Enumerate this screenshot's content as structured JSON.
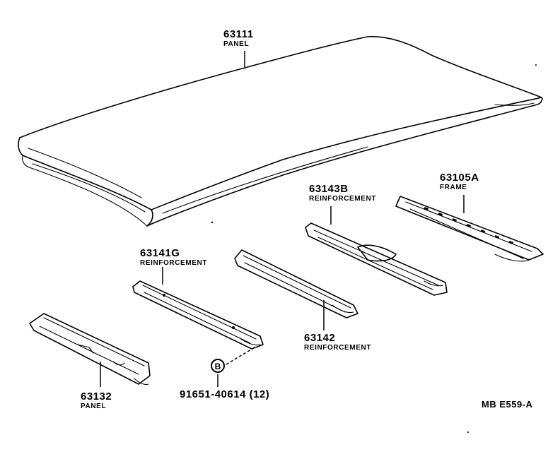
{
  "parts": [
    {
      "id": "panel-roof",
      "number": "63111",
      "name": "PANEL"
    },
    {
      "id": "frame",
      "number": "63105A",
      "name": "FRAME"
    },
    {
      "id": "reinf-rear",
      "number": "63143B",
      "name": "REINFORCEMENT"
    },
    {
      "id": "reinf-front",
      "number": "63141G",
      "name": "REINFORCEMENT"
    },
    {
      "id": "reinf-mid",
      "number": "63142",
      "name": "REINFORCEMENT"
    },
    {
      "id": "panel-front",
      "number": "63132",
      "name": "PANEL"
    }
  ],
  "bolt": {
    "number": "91651-40614",
    "qty": "(12)",
    "symbol": "B"
  },
  "diagram_code": "MB E559-A"
}
